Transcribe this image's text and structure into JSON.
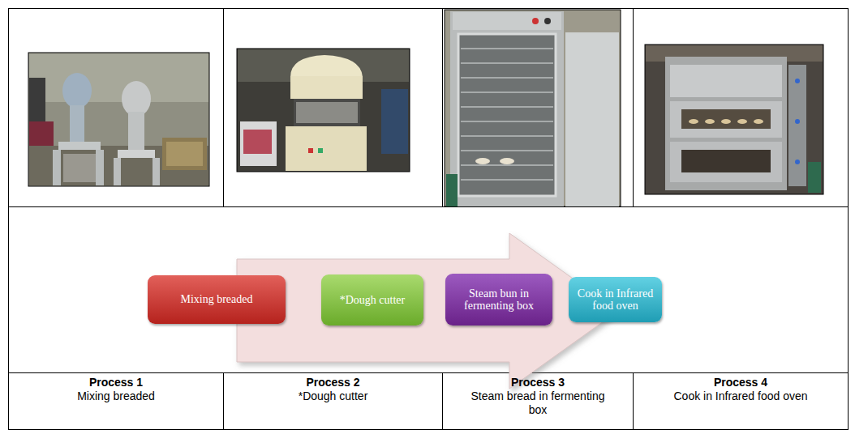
{
  "diagram": {
    "nodes": [
      {
        "text": [
          "Mixing breaded"
        ]
      },
      {
        "text": [
          "*Dough cutter"
        ]
      },
      {
        "text": [
          "Steam bun in fermenting box"
        ]
      },
      {
        "text": [
          "Cook in Infrared food oven"
        ]
      },
      {
        "text": [
          "Process 1",
          "Mixing breaded"
        ]
      },
      {
        "text": [
          "Process 2",
          "*Dough cutter"
        ]
      },
      {
        "text": [
          "Process 3",
          "Steam bread in fermenting box"
        ]
      },
      {
        "text": [
          "Process 4",
          "Cook in Infrared food oven"
        ]
      }
    ]
  }
}
